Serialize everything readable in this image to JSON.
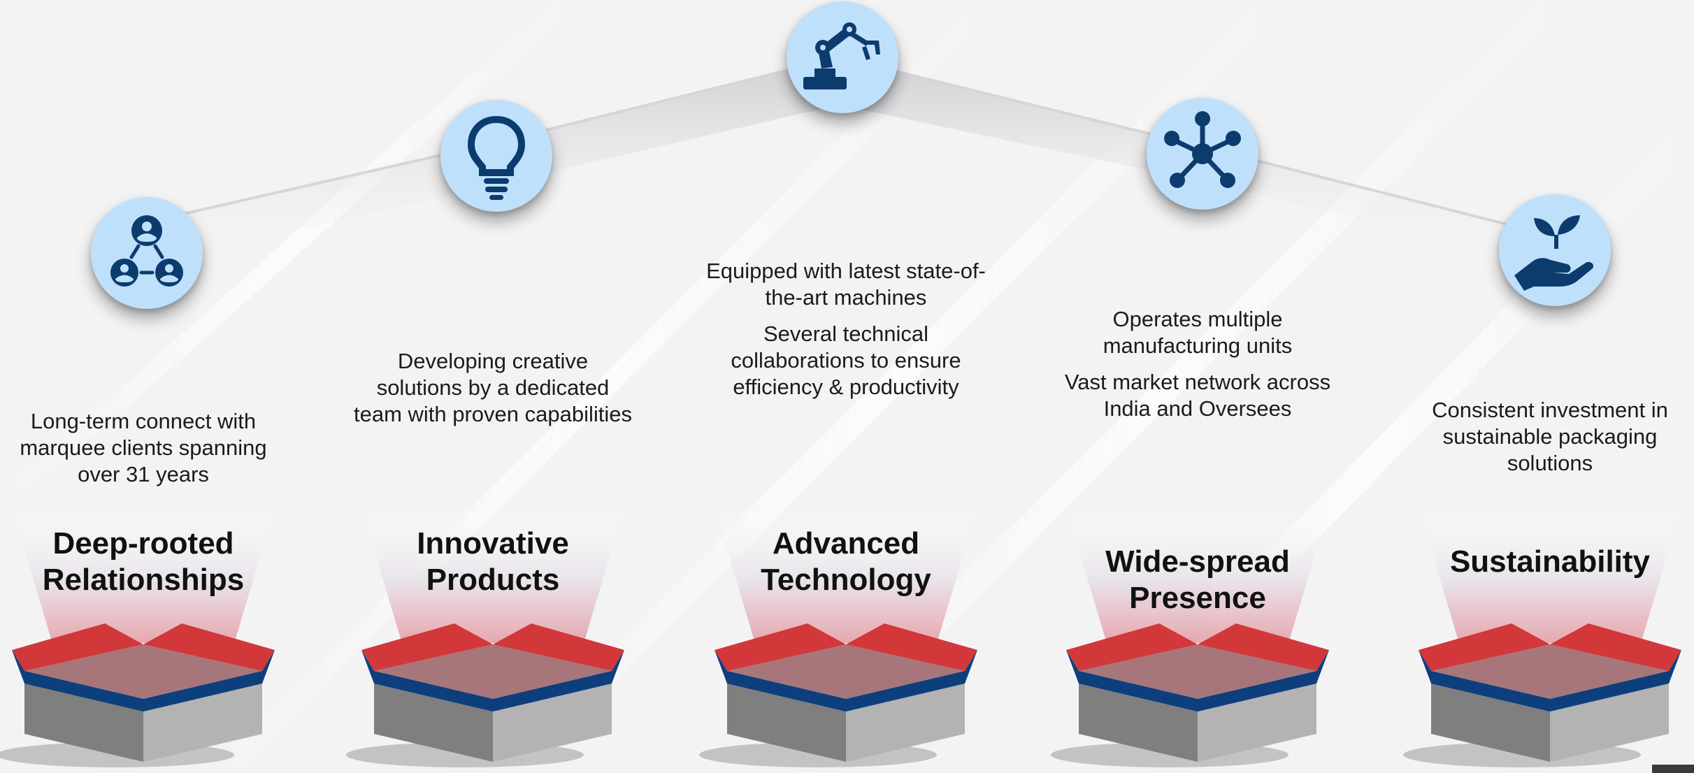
{
  "colors": {
    "icon_bg": "#bfe0fb",
    "icon_fg": "#0c3b6e",
    "box_red": "#d2373a",
    "box_blue": "#0d3f7d",
    "box_grey": "#9a9a9a"
  },
  "pillars": [
    {
      "icon": "people-network-icon",
      "title_lines": [
        "Deep-rooted",
        "Relationships"
      ],
      "desc": [
        [
          "Long-term connect with",
          "marquee clients spanning",
          "over 31 years"
        ]
      ]
    },
    {
      "icon": "lightbulb-icon",
      "title_lines": [
        "Innovative",
        "Products"
      ],
      "desc": [
        [
          "Developing creative",
          "solutions by a dedicated",
          "team with proven capabilities"
        ]
      ]
    },
    {
      "icon": "robotic-arm-icon",
      "title_lines": [
        "Advanced",
        "Technology"
      ],
      "desc": [
        [
          "Equipped with latest state-of-",
          "the-art machines"
        ],
        [
          "Several technical",
          "collaborations to ensure",
          "efficiency & productivity"
        ]
      ]
    },
    {
      "icon": "hub-network-icon",
      "title_lines": [
        "Wide-spread",
        "Presence"
      ],
      "desc": [
        [
          "Operates multiple",
          "manufacturing units"
        ],
        [
          "Vast market network across",
          "India and Oversees"
        ]
      ]
    },
    {
      "icon": "plant-in-hand-icon",
      "title_lines": [
        "Sustainability"
      ],
      "desc": [
        [
          "Consistent investment in",
          "sustainable packaging",
          "solutions"
        ]
      ]
    }
  ]
}
